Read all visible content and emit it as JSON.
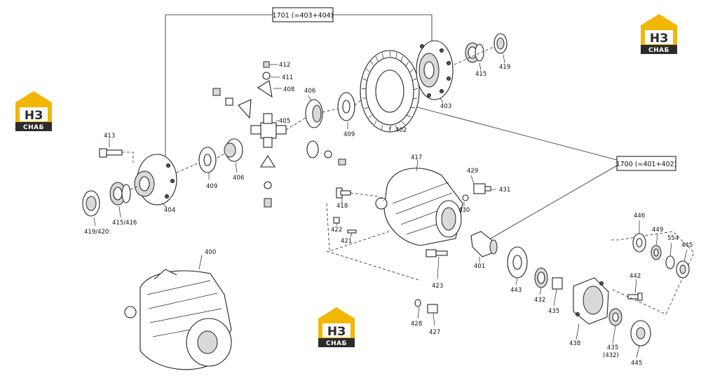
{
  "assembly_boxes": [
    {
      "id": "box-1701",
      "text": "1701 (=403+404)"
    },
    {
      "id": "box-1700",
      "text": "1700 (=401+402)"
    }
  ],
  "part_labels": [
    {
      "id": "p400",
      "text": "400"
    },
    {
      "id": "p401",
      "text": "401"
    },
    {
      "id": "p402",
      "text": "402"
    },
    {
      "id": "p403",
      "text": "403"
    },
    {
      "id": "p404",
      "text": "404"
    },
    {
      "id": "p405",
      "text": "405"
    },
    {
      "id": "p406a",
      "text": "406"
    },
    {
      "id": "p406b",
      "text": "406"
    },
    {
      "id": "p408",
      "text": "408"
    },
    {
      "id": "p409a",
      "text": "409"
    },
    {
      "id": "p409b",
      "text": "409"
    },
    {
      "id": "p411",
      "text": "411"
    },
    {
      "id": "p412",
      "text": "412"
    },
    {
      "id": "p413",
      "text": "413"
    },
    {
      "id": "p415a",
      "text": "415"
    },
    {
      "id": "p415b",
      "text": "415/416"
    },
    {
      "id": "p417",
      "text": "417"
    },
    {
      "id": "p418",
      "text": "418"
    },
    {
      "id": "p419a",
      "text": "419"
    },
    {
      "id": "p419b",
      "text": "419/420"
    },
    {
      "id": "p421",
      "text": "421"
    },
    {
      "id": "p422",
      "text": "422"
    },
    {
      "id": "p423",
      "text": "423"
    },
    {
      "id": "p427",
      "text": "427"
    },
    {
      "id": "p428",
      "text": "428"
    },
    {
      "id": "p429",
      "text": "429"
    },
    {
      "id": "p430",
      "text": "430"
    },
    {
      "id": "p431",
      "text": "431"
    },
    {
      "id": "p432",
      "text": "432"
    },
    {
      "id": "p435a",
      "text": "435"
    },
    {
      "id": "p435b",
      "text": "435"
    },
    {
      "id": "p435c",
      "text": "(432)"
    },
    {
      "id": "p438",
      "text": "438"
    },
    {
      "id": "p442",
      "text": "442"
    },
    {
      "id": "p443",
      "text": "443"
    },
    {
      "id": "p445a",
      "text": "445"
    },
    {
      "id": "p445b",
      "text": "445"
    },
    {
      "id": "p446",
      "text": "446"
    },
    {
      "id": "p449",
      "text": "449"
    },
    {
      "id": "p554",
      "text": "554"
    }
  ],
  "watermark": {
    "mark": "НЗ",
    "word": "СНАБ",
    "accent": "#f2b705",
    "dark": "#2b2b2b"
  }
}
